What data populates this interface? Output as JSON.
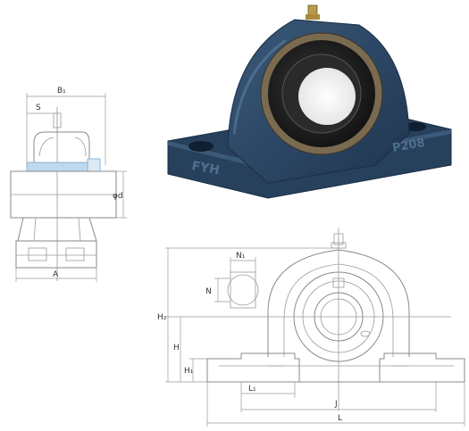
{
  "figure": {
    "side_view": {
      "labels": {
        "B1": "B₁",
        "S": "S",
        "phi_d": "φd",
        "A": "A"
      }
    },
    "product_photo": {
      "cast_text_left": "FYH",
      "cast_text_right": "P208",
      "body_color": "#2f4a66",
      "insert_color": "#1c1c1c"
    },
    "front_view": {
      "labels": {
        "N1": "N₁",
        "N": "N",
        "H2": "H₂",
        "H": "H",
        "H1": "H₁",
        "L1": "L₁",
        "J": "J",
        "L": "L"
      }
    }
  }
}
